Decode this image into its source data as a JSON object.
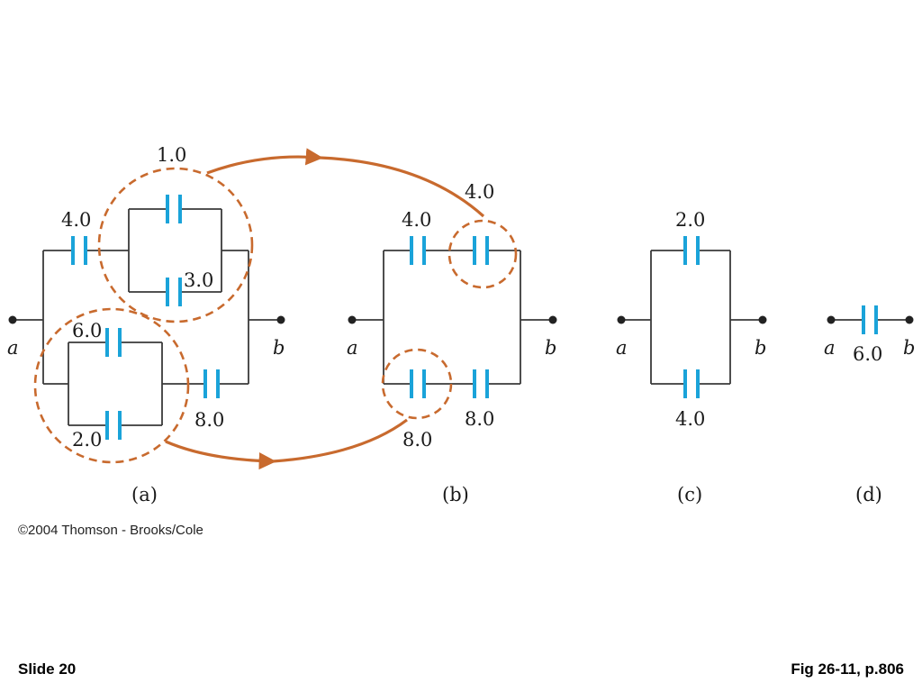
{
  "diagram": {
    "panel_a": {
      "caption": "(a)",
      "terminal_a": "a",
      "terminal_b": "b",
      "c1": "1.0",
      "c2": "3.0",
      "c3": "4.0",
      "c4": "6.0",
      "c5": "2.0",
      "c6": "8.0"
    },
    "panel_b": {
      "caption": "(b)",
      "terminal_a": "a",
      "terminal_b": "b",
      "top_left": "4.0",
      "top_right": "4.0",
      "bottom_left": "8.0",
      "bottom_right": "8.0"
    },
    "panel_c": {
      "caption": "(c)",
      "terminal_a": "a",
      "terminal_b": "b",
      "top": "2.0",
      "bottom": "4.0"
    },
    "panel_d": {
      "caption": "(d)",
      "terminal_a": "a",
      "terminal_b": "b",
      "value": "6.0"
    }
  },
  "copyright": "©2004 Thomson - Brooks/Cole",
  "footer": {
    "slide": "Slide 20",
    "figure_ref": "Fig 26-11, p.806"
  },
  "colors": {
    "capacitor": "#1aa3d9",
    "highlight": "#c86a2e"
  }
}
